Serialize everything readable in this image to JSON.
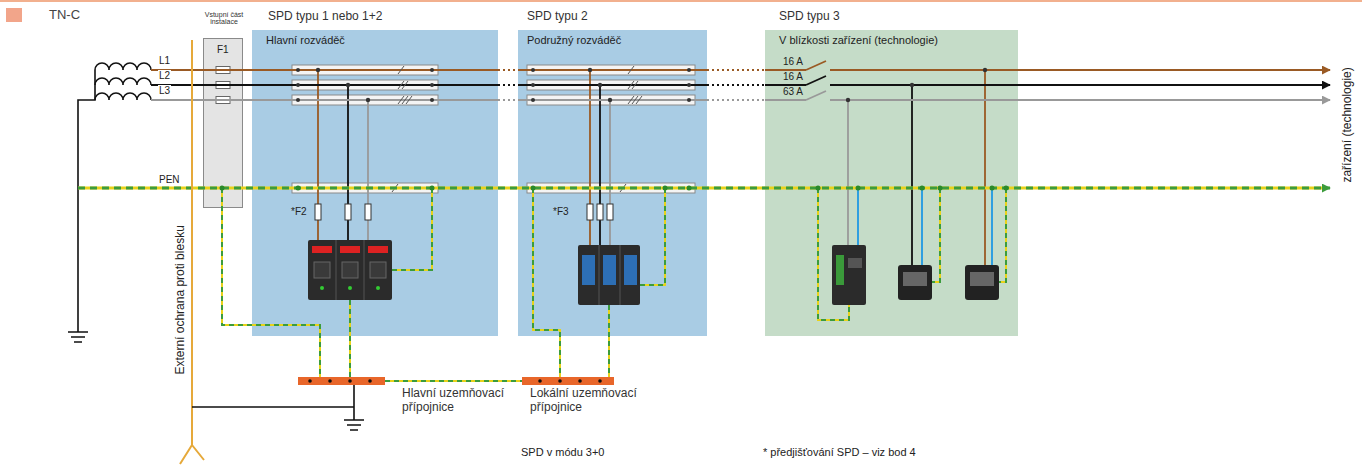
{
  "diagram": {
    "title": "TN-C",
    "nodes": [
      {
        "text": [
          "Vstupní část instalace"
        ]
      },
      {
        "text": [
          "SPD typu 1 nebo 1+2",
          "Hlavní rozváděč"
        ]
      },
      {
        "text": [
          "SPD typu 2",
          "Podružný rozváděč"
        ]
      },
      {
        "text": [
          "SPD typu 3",
          "V blízkosti zařízení (technologie)"
        ]
      },
      {
        "text": [
          "Hlavní uzemňovací přípojnice"
        ]
      },
      {
        "text": [
          "Lokální uzemňovací přípojnice"
        ]
      }
    ],
    "edges": [
      {
        "from": 4,
        "to": 5,
        "arrow": "none"
      }
    ],
    "labels": [
      "L1",
      "L2",
      "L3",
      "PEN",
      "F1",
      "*F2",
      "*F3",
      "16 A",
      "16 A",
      "63 A",
      "Externí ochrana proti blesku",
      "zařízení (technologie)",
      "SPD v módu 3+0",
      "* předjišťování SPD – viz bod 4"
    ]
  }
}
